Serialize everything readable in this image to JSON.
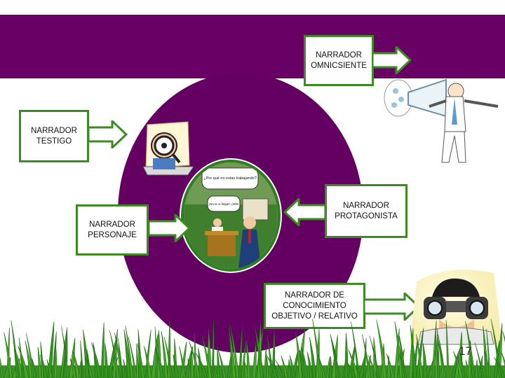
{
  "slide": {
    "background": "#ffffff",
    "band_color": "#680066",
    "circle_color": "#640061",
    "box_border_color": "#3c8a22",
    "page_number": "17"
  },
  "boxes": {
    "omnisciente": "NARRADOR\nOMNICSIENTE",
    "testigo": "NARRADOR\nTESTIGO",
    "personaje": "NARRADOR\nPERSONAJE",
    "protagonista": "NARRADOR\nPROTAGONISTA",
    "conocimiento": "NARRADOR DE\nCONOCIMIENTO\nOBJETIVO / RELATIVO"
  },
  "cartoon": {
    "bubble_1": "¿Por qué no estas trabajando?",
    "bubble_2": "¡No te vi llegar! ¡Jefe!"
  },
  "icons": {
    "arrow": "right-arrow-icon",
    "left_arrow": "left-arrow-icon",
    "megaphone": "megaphone-man-clipart",
    "magnifier": "magnifying-glass-man-clipart",
    "binoculars": "binoculars-man-clipart",
    "office": "office-cartoon",
    "grass": "grass-border"
  }
}
